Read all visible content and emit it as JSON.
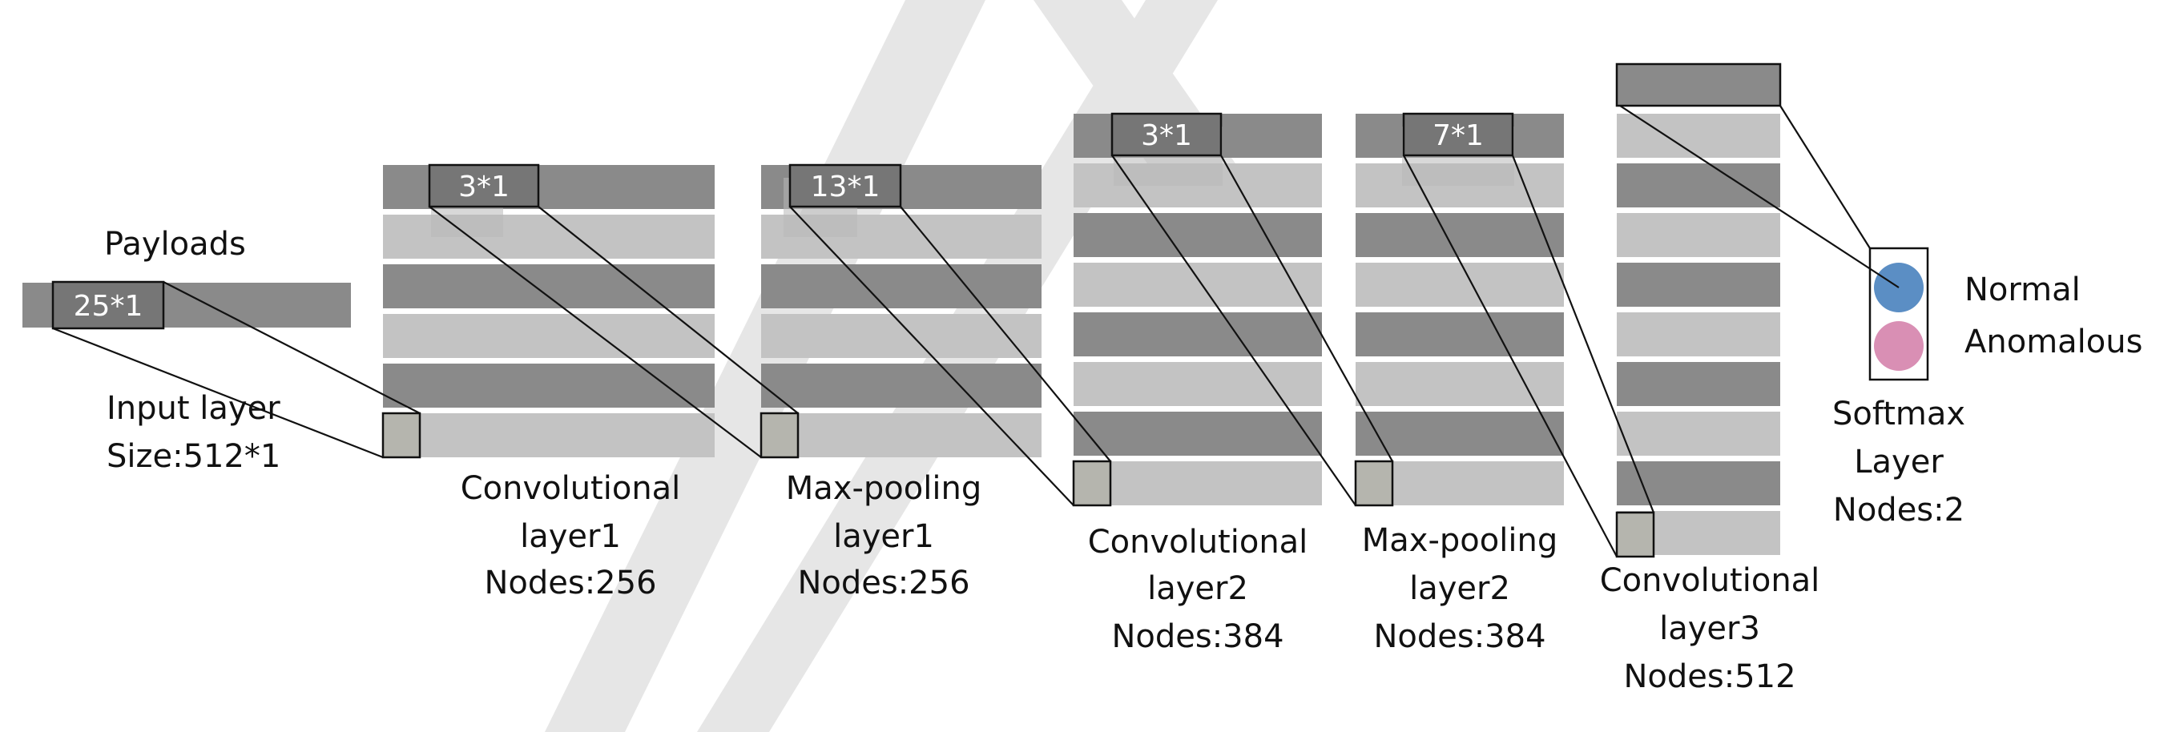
{
  "colors": {
    "dark_band": "#8a8a8a",
    "light_band": "#c3c3c3",
    "kernel_box": "#767676",
    "neuron_normal": "#5b8ec4",
    "neuron_anomalous": "#d98fb4",
    "watermark": "#e6e6e6"
  },
  "input": {
    "title": "Payloads",
    "kernel": "25*1",
    "caption_line1": "Input layer",
    "caption_line2": "Size:512*1"
  },
  "layers": [
    {
      "kernel": "3*1",
      "line1": "Convolutional",
      "line2": "layer1",
      "line3": "Nodes:256"
    },
    {
      "kernel": "13*1",
      "line1": "Max-pooling",
      "line2": "layer1",
      "line3": "Nodes:256"
    },
    {
      "kernel": "3*1",
      "line1": "Convolutional",
      "line2": "layer2",
      "line3": "Nodes:384"
    },
    {
      "kernel": "7*1",
      "line1": "Max-pooling",
      "line2": "layer2",
      "line3": "Nodes:384"
    },
    {
      "kernel": "",
      "line1": "Convolutional",
      "line2": "layer3",
      "line3": "Nodes:512"
    }
  ],
  "softmax": {
    "line1": "Softmax",
    "line2": "Layer",
    "line3": "Nodes:2",
    "class_normal": "Normal",
    "class_anomalous": "Anomalous"
  }
}
